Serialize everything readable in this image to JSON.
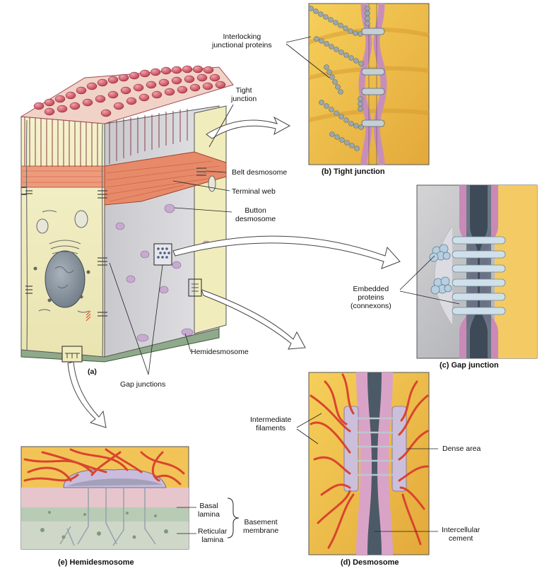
{
  "diagram": {
    "main_label": "(a)",
    "labels": {
      "tight_junction": [
        "Tight",
        "junction"
      ],
      "belt_desmosome": "Belt desmosome",
      "terminal_web": "Terminal web",
      "button_desmosome": [
        "Button",
        "desmosome"
      ],
      "hemidesmosome": "Hemidesmosome",
      "gap_junctions": "Gap junctions",
      "interlocking": [
        "Interlocking",
        "junctional proteins"
      ],
      "embedded": [
        "Embedded",
        "proteins",
        "(connexons)"
      ],
      "intermediate": [
        "Intermediate",
        "filaments"
      ],
      "dense_area": "Dense area",
      "intercellular": [
        "Intercellular",
        "cement"
      ],
      "basal_lamina": [
        "Basal",
        "lamina"
      ],
      "reticular_lamina": [
        "Reticular",
        "lamina"
      ],
      "basement_membrane": [
        "Basement",
        "membrane"
      ]
    },
    "captions": {
      "b": "(b) Tight junction",
      "c": "(c) Gap junction",
      "d": "(d) Desmosome",
      "e": "(e) Hemidesmosome"
    },
    "colors": {
      "membrane_pink": "#d9a3c8",
      "filament_red": "#d9452e",
      "background_gold": "#f0c04a",
      "cytoplasm_yellow": "#f3efc0",
      "nucleus_gray": "#8e99a3",
      "protein_blue": "#bcd4e0"
    }
  }
}
